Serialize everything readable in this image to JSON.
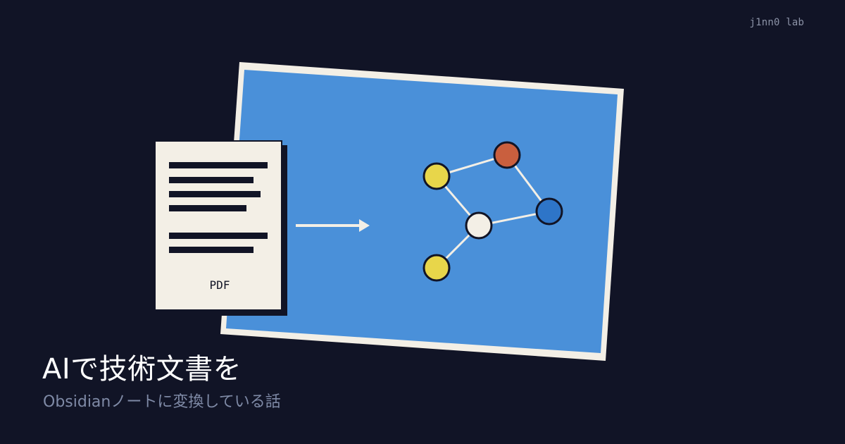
{
  "brand": {
    "text": "j1nn0 lab"
  },
  "illustration": {
    "document_label": "PDF",
    "document_icon": "document-icon",
    "arrow_icon": "arrow-right-icon",
    "graph_icon": "knowledge-graph-icon",
    "colors": {
      "background": "#111426",
      "card_blue": "#4A90D9",
      "paper": "#F3EFE6",
      "node_yellow": "#E8D64A",
      "node_orange": "#C95F3E",
      "node_white": "#F3EFE6",
      "node_blue": "#2E75C8"
    }
  },
  "headline": {
    "title": "AIで技術文書を",
    "subtitle": "Obsidianノートに変換している話"
  }
}
